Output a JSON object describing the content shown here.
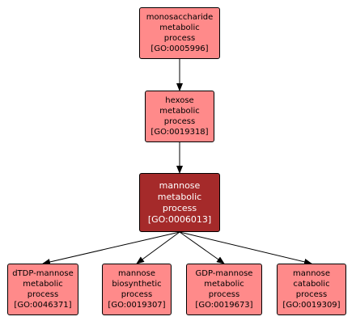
{
  "colors": {
    "node_fill": "#ff8a8a",
    "focus_fill": "#a52a2a",
    "focus_text": "#ffffff",
    "edge": "#000000"
  },
  "nodes": {
    "monosaccharide": {
      "lines": [
        "monosaccharide",
        "metabolic",
        "process",
        "[GO:0005996]"
      ]
    },
    "hexose": {
      "lines": [
        "hexose",
        "metabolic",
        "process",
        "[GO:0019318]"
      ]
    },
    "mannose": {
      "lines": [
        "mannose",
        "metabolic",
        "process",
        "[GO:0006013]"
      ]
    },
    "dtdp": {
      "lines": [
        "dTDP-mannose",
        "metabolic",
        "process",
        "[GO:0046371]"
      ]
    },
    "biosynthetic": {
      "lines": [
        "mannose",
        "biosynthetic",
        "process",
        "[GO:0019307]"
      ]
    },
    "gdp": {
      "lines": [
        "GDP-mannose",
        "metabolic",
        "process",
        "[GO:0019673]"
      ]
    },
    "catabolic": {
      "lines": [
        "mannose",
        "catabolic",
        "process",
        "[GO:0019309]"
      ]
    }
  },
  "edges": [
    {
      "from": "monosaccharide",
      "to": "hexose"
    },
    {
      "from": "hexose",
      "to": "mannose"
    },
    {
      "from": "mannose",
      "to": "dtdp"
    },
    {
      "from": "mannose",
      "to": "biosynthetic"
    },
    {
      "from": "mannose",
      "to": "gdp"
    },
    {
      "from": "mannose",
      "to": "catabolic"
    }
  ]
}
